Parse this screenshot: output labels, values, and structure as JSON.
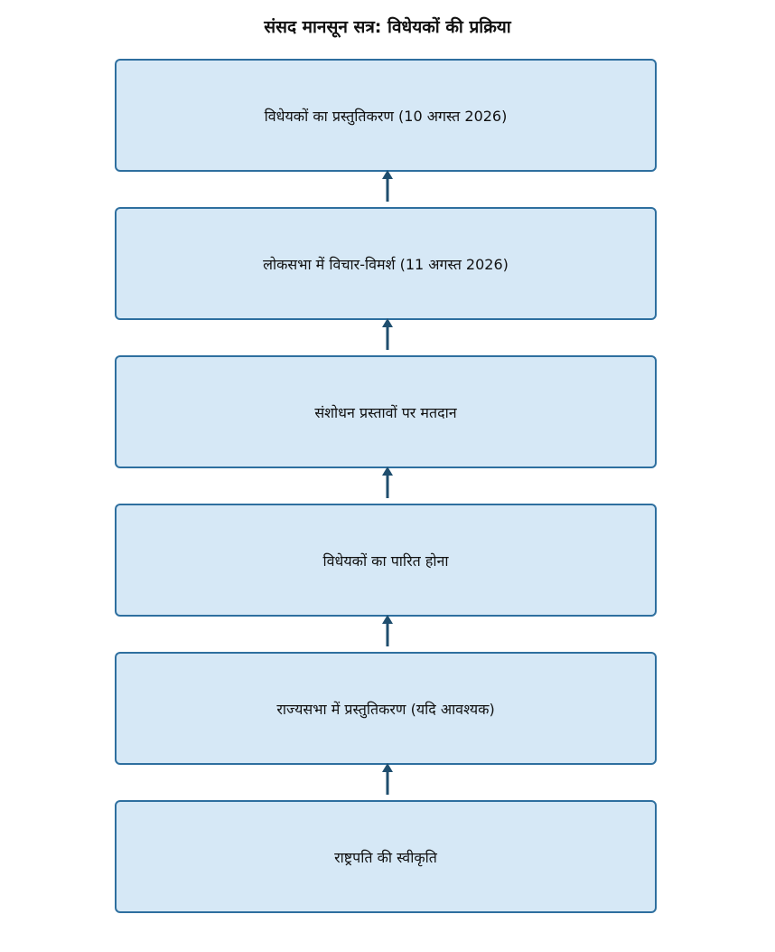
{
  "title": "संसद मानसून सत्र: विधेयकों की प्रक्रिया",
  "colors": {
    "box_fill": "#d6e8f6",
    "box_border": "#2e6f9f",
    "arrow": "#1f4e6e"
  },
  "steps": [
    {
      "label": "विधेयकों का प्रस्तुतिकरण (10 अगस्त 2026)"
    },
    {
      "label": "लोकसभा में विचार-विमर्श (11 अगस्त 2026)"
    },
    {
      "label": "संशोधन प्रस्तावों पर मतदान"
    },
    {
      "label": "विधेयकों का पारित होना"
    },
    {
      "label": "राज्यसभा में प्रस्तुतिकरण (यदि आवश्यक)"
    },
    {
      "label": "राष्ट्रपति की स्वीकृति"
    }
  ],
  "connector_direction": "up"
}
